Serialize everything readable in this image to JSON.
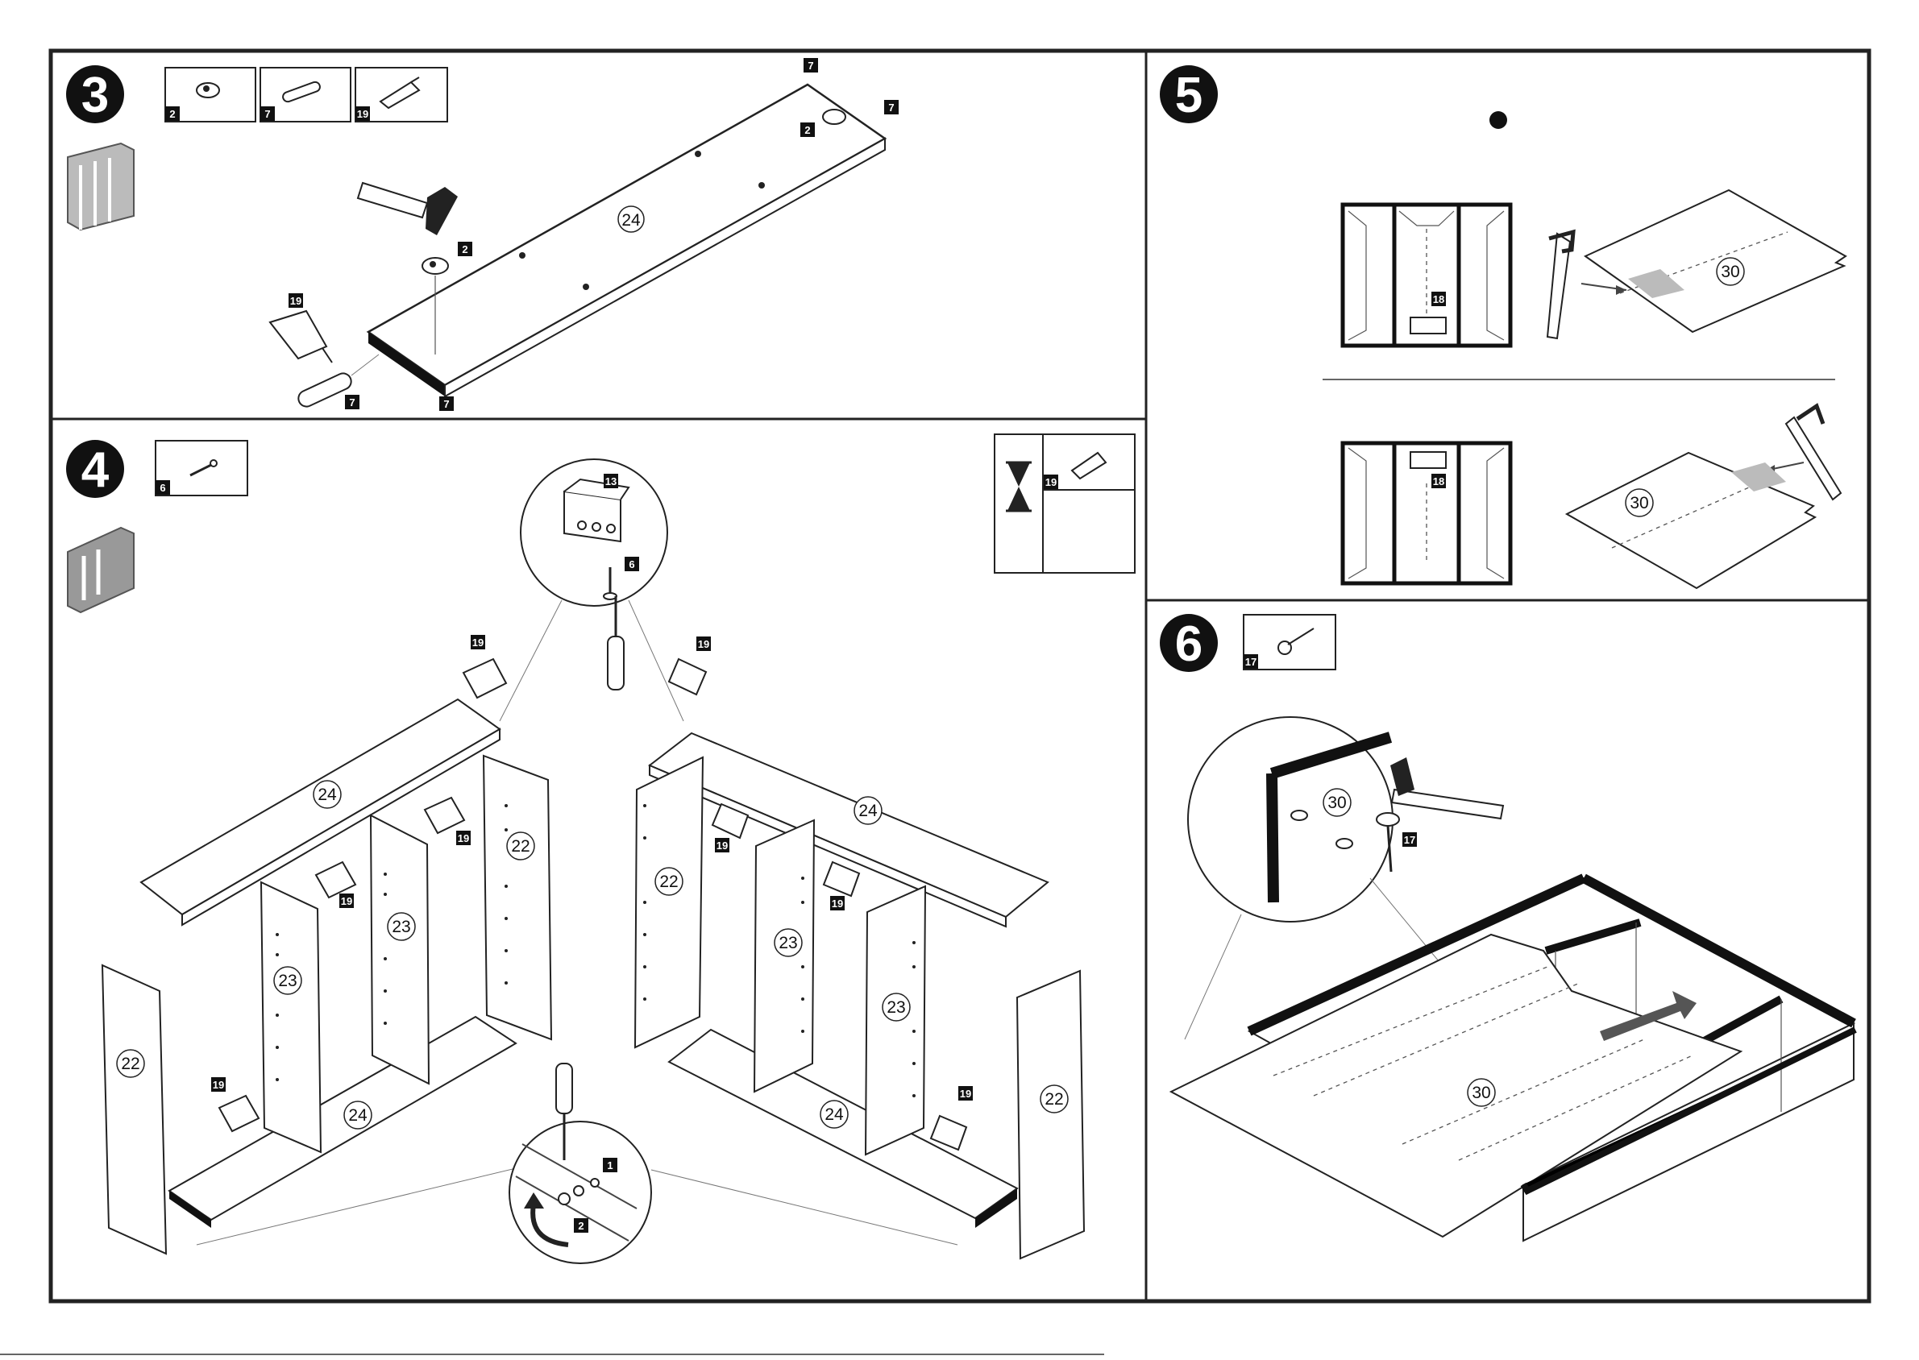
{
  "steps": [
    {
      "number": "3",
      "parts": [
        "2",
        "7",
        "19"
      ]
    },
    {
      "number": "4",
      "parts": [
        "6"
      ],
      "wait_box_part": "19"
    },
    {
      "number": "5"
    },
    {
      "number": "6",
      "parts": [
        "17"
      ]
    }
  ],
  "step3": {
    "panel": "24",
    "tags": {
      "cam_top": "2",
      "cam_side": "2",
      "dowel_a": "7",
      "dowel_b": "7",
      "dowel_c": "7",
      "dowel_d": "7",
      "glue": "19"
    }
  },
  "step4": {
    "panels": {
      "top_left": "24",
      "top_right": "24",
      "bottom_left": "24",
      "bottom_right": "24",
      "side_left": "22",
      "side_right": "22",
      "inner_left": "22",
      "inner_right": "22",
      "div_1": "23",
      "div_2": "23",
      "div_3": "23",
      "div_4": "23"
    },
    "tags": {
      "bracket": "13",
      "screw": "6",
      "cam": "1",
      "cam_lock": "2",
      "glue_1": "19",
      "glue_2": "19",
      "glue_3": "19",
      "glue_4": "19",
      "glue_5": "19",
      "glue_6": "19",
      "glue_7": "19"
    }
  },
  "step5": {
    "upper_tag": "18",
    "lower_tag": "18",
    "upper_panel": "30",
    "lower_panel": "30"
  },
  "step6": {
    "detail_panel": "30",
    "detail_nail": "17",
    "main_panel": "30"
  }
}
